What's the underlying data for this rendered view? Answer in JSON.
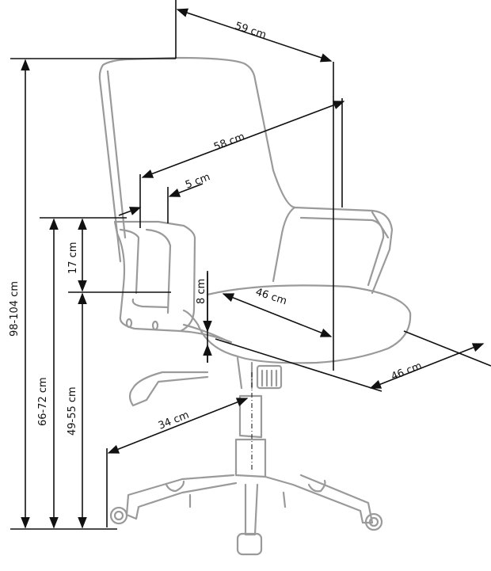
{
  "diagram": {
    "subject": "Office swivel chair with armrests - dimension drawing",
    "dimensions": {
      "depth_overall": "59 cm",
      "armrest_to_armrest": "58 cm",
      "armrest_width": "5 cm",
      "armrest_height_above_seat": "17 cm",
      "seat_thickness": "8 cm",
      "seat_depth": "46 cm",
      "seat_width": "46 cm",
      "base_radius": "34 cm",
      "total_height": "98-104 cm",
      "armrest_height": "66-72 cm",
      "seat_height": "49-55 cm"
    },
    "colors": {
      "outline": "#9a9a9a",
      "dimension_lines": "#111111",
      "background": "#ffffff"
    }
  }
}
